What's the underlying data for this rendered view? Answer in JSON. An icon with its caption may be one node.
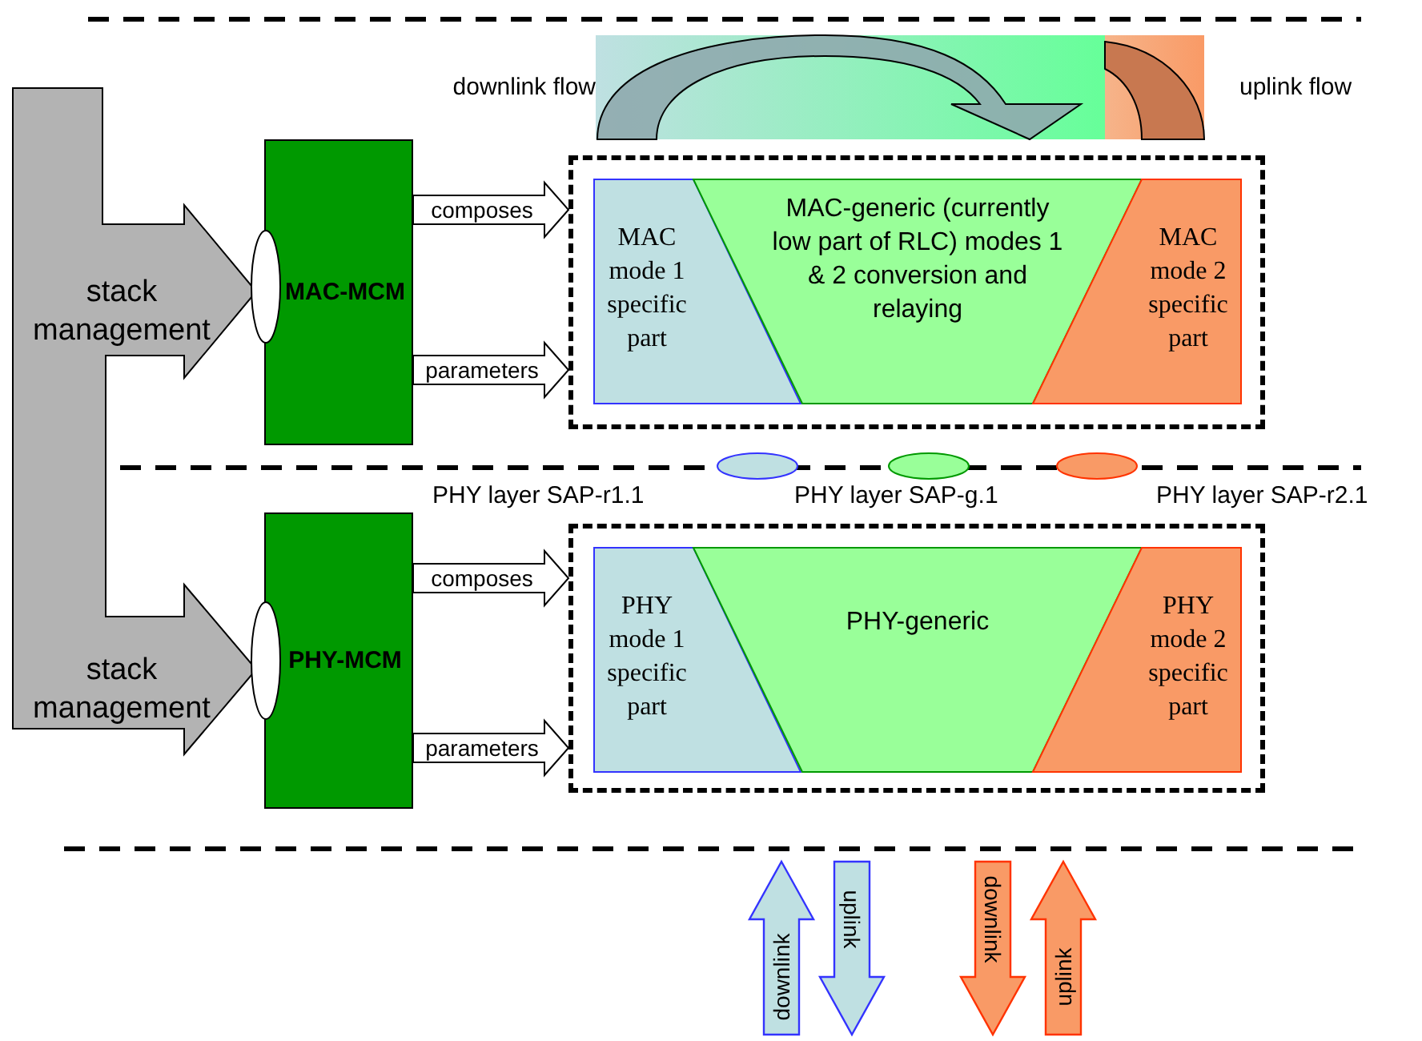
{
  "diagram": {
    "nodes": [
      {
        "text": [
          "stack management",
          "stack management"
        ]
      },
      {
        "text": [
          "MAC-MCM"
        ]
      },
      {
        "text": [],
        "shape": "circle"
      },
      {
        "text": [],
        "shape": "box"
      },
      {
        "text": [
          "MAC mode 1 specific part"
        ],
        "in": 3
      },
      {
        "text": [
          "MAC-generic (currently low part of RLC) modes 1 & 2 conversion and relaying"
        ],
        "in": 3
      },
      {
        "text": [
          "MAC mode 2 specific part"
        ],
        "in": 3
      },
      {
        "text": [],
        "shape": "circle"
      },
      {
        "text": [],
        "shape": "circle"
      },
      {
        "text": [],
        "shape": "circle"
      },
      {
        "text": [
          "PHY-MCM"
        ]
      },
      {
        "text": [],
        "shape": "circle"
      },
      {
        "text": [],
        "shape": "box"
      },
      {
        "text": [
          "PHY mode 1 specific part"
        ],
        "in": 12
      },
      {
        "text": [
          "PHY-generic"
        ],
        "in": 12
      },
      {
        "text": [
          "PHY mode 2 specific part"
        ],
        "in": 12
      }
    ],
    "edges": [
      {
        "from": 1,
        "to": 3,
        "arrow": "to",
        "label": "composes"
      },
      {
        "from": 1,
        "to": 3,
        "arrow": "to",
        "label": "parameters"
      },
      {
        "from": 10,
        "to": 12,
        "arrow": "to",
        "label": "composes"
      },
      {
        "from": 10,
        "to": 12,
        "arrow": "to",
        "label": "parameters"
      }
    ],
    "labels": [
      "downlink flow",
      "uplink flow",
      "PHY layer SAP-r1.1",
      "PHY layer SAP-g.1",
      "PHY layer SAP-r2.1",
      "downlink",
      "uplink",
      "downlink",
      "uplink"
    ]
  }
}
